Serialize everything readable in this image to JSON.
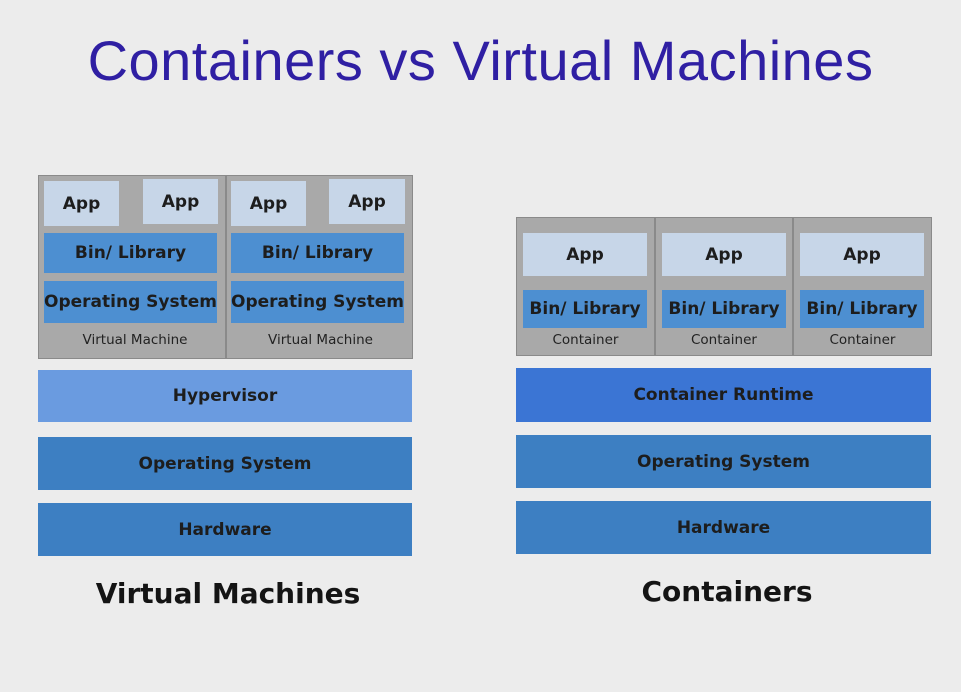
{
  "title": "Containers vs Virtual Machines",
  "vm": {
    "machines": [
      {
        "apps": [
          "App",
          "App"
        ],
        "lib": "Bin/ Library",
        "os": "Operating System",
        "label": "Virtual Machine"
      },
      {
        "apps": [
          "App",
          "App"
        ],
        "lib": "Bin/ Library",
        "os": "Operating System",
        "label": "Virtual Machine"
      }
    ],
    "hypervisor": "Hypervisor",
    "host_os": "Operating System",
    "hardware": "Hardware",
    "caption": "Virtual Machines"
  },
  "containers": {
    "items": [
      {
        "app": "App",
        "lib": "Bin/ Library",
        "label": "Container"
      },
      {
        "app": "App",
        "lib": "Bin/ Library",
        "label": "Container"
      },
      {
        "app": "App",
        "lib": "Bin/ Library",
        "label": "Container"
      }
    ],
    "runtime": "Container Runtime",
    "host_os": "Operating System",
    "hardware": "Hardware",
    "caption": "Containers"
  },
  "colors": {
    "title": "#2f1fa3",
    "app": "#c7d6e8",
    "lib": "#4d8fd1",
    "hypervisor": "#6a9be0",
    "runtime": "#3b75d4",
    "layer": "#3d7fc2"
  }
}
